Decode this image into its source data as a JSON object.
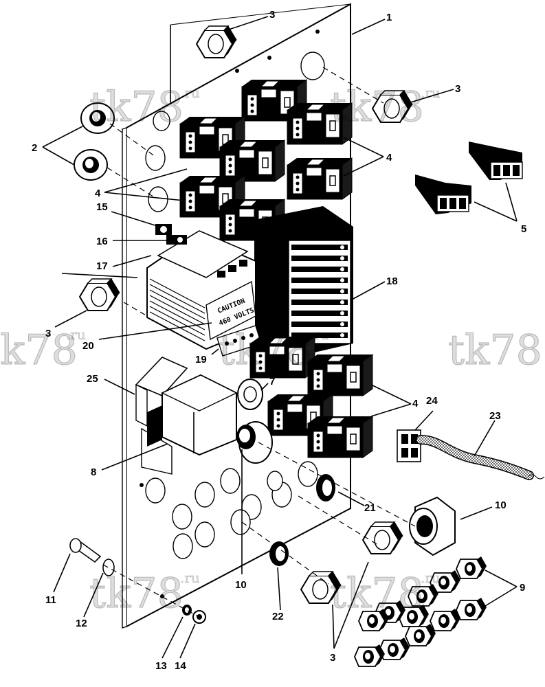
{
  "diagram": {
    "callouts": [
      {
        "id": "c-1",
        "text": "1"
      },
      {
        "id": "c-2",
        "text": "2"
      },
      {
        "id": "c-3a",
        "text": "3"
      },
      {
        "id": "c-3b",
        "text": "3"
      },
      {
        "id": "c-3c",
        "text": "3"
      },
      {
        "id": "c-3d",
        "text": "3"
      },
      {
        "id": "c-4a",
        "text": "4"
      },
      {
        "id": "c-4b",
        "text": "4"
      },
      {
        "id": "c-4c",
        "text": "4"
      },
      {
        "id": "c-5",
        "text": "5"
      },
      {
        "id": "c-7",
        "text": "7"
      },
      {
        "id": "c-8",
        "text": "8"
      },
      {
        "id": "c-9",
        "text": "9"
      },
      {
        "id": "c-10a",
        "text": "10"
      },
      {
        "id": "c-10b",
        "text": "10"
      },
      {
        "id": "c-11",
        "text": "11"
      },
      {
        "id": "c-12",
        "text": "12"
      },
      {
        "id": "c-13",
        "text": "13"
      },
      {
        "id": "c-14",
        "text": "14"
      },
      {
        "id": "c-15",
        "text": "15"
      },
      {
        "id": "c-16",
        "text": "16"
      },
      {
        "id": "c-17",
        "text": "17"
      },
      {
        "id": "c-18",
        "text": "18"
      },
      {
        "id": "c-19",
        "text": "19"
      },
      {
        "id": "c-20",
        "text": "20"
      },
      {
        "id": "c-21",
        "text": "21"
      },
      {
        "id": "c-22",
        "text": "22"
      },
      {
        "id": "c-23",
        "text": "23"
      },
      {
        "id": "c-24",
        "text": "24"
      },
      {
        "id": "c-25",
        "text": "25"
      }
    ],
    "transformer_label": {
      "line1": "CAUTION",
      "line2": "460 VOLTS"
    },
    "watermark": {
      "text": "tk78",
      "suffix": ".ru"
    }
  }
}
